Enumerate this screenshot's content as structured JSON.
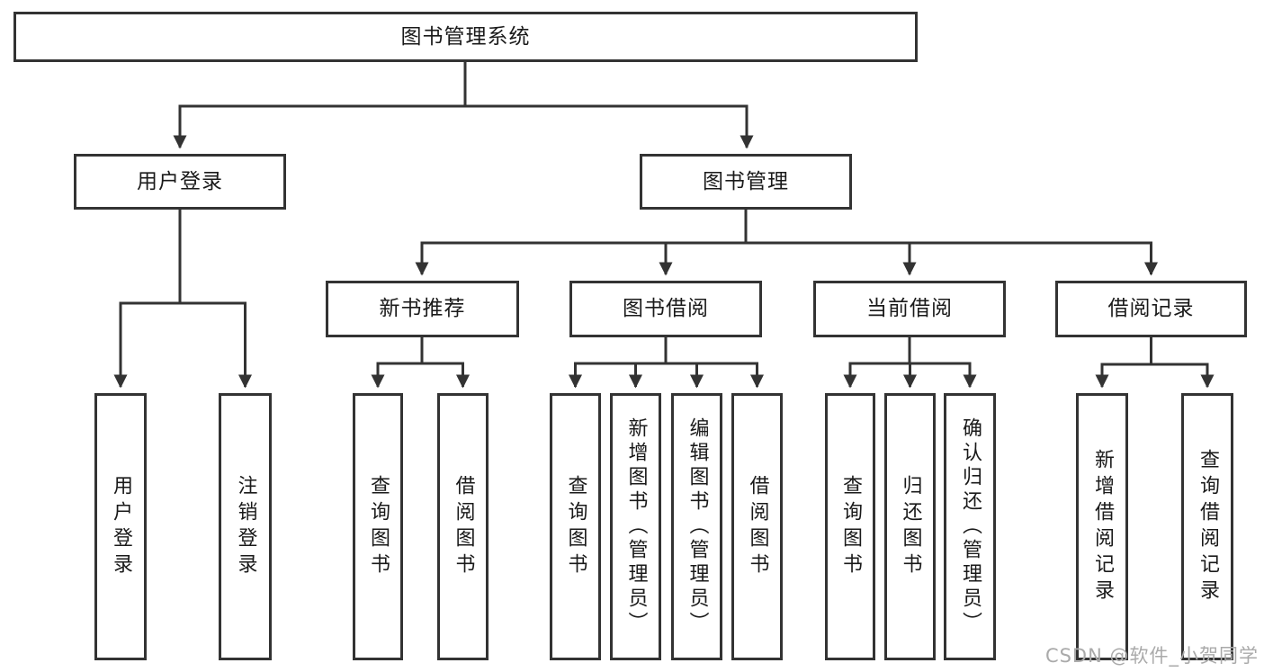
{
  "diagram_title": "图书管理系统",
  "tree": {
    "root": "图书管理系统",
    "branches": [
      {
        "label": "用户登录",
        "children": [
          "用户登录",
          "注销登录"
        ]
      },
      {
        "label": "图书管理",
        "children": [
          {
            "label": "新书推荐",
            "children": [
              "查询图书",
              "借阅图书"
            ]
          },
          {
            "label": "图书借阅",
            "children": [
              "查询图书",
              "新增图书（管理员）",
              "编辑图书（管理员）",
              "借阅图书"
            ]
          },
          {
            "label": "当前借阅",
            "children": [
              "查询图书",
              "归还图书",
              "确认归还（管理员）"
            ]
          },
          {
            "label": "借阅记录",
            "children": [
              "新增借阅记录",
              "查询借阅记录"
            ]
          }
        ]
      }
    ]
  },
  "watermark": "CSDN @软件_小贺同学",
  "colors": {
    "line": "#333333",
    "box_border": "#333333",
    "text": "#1a1a1a",
    "watermark": "#aaaaaa",
    "background": "#ffffff"
  }
}
